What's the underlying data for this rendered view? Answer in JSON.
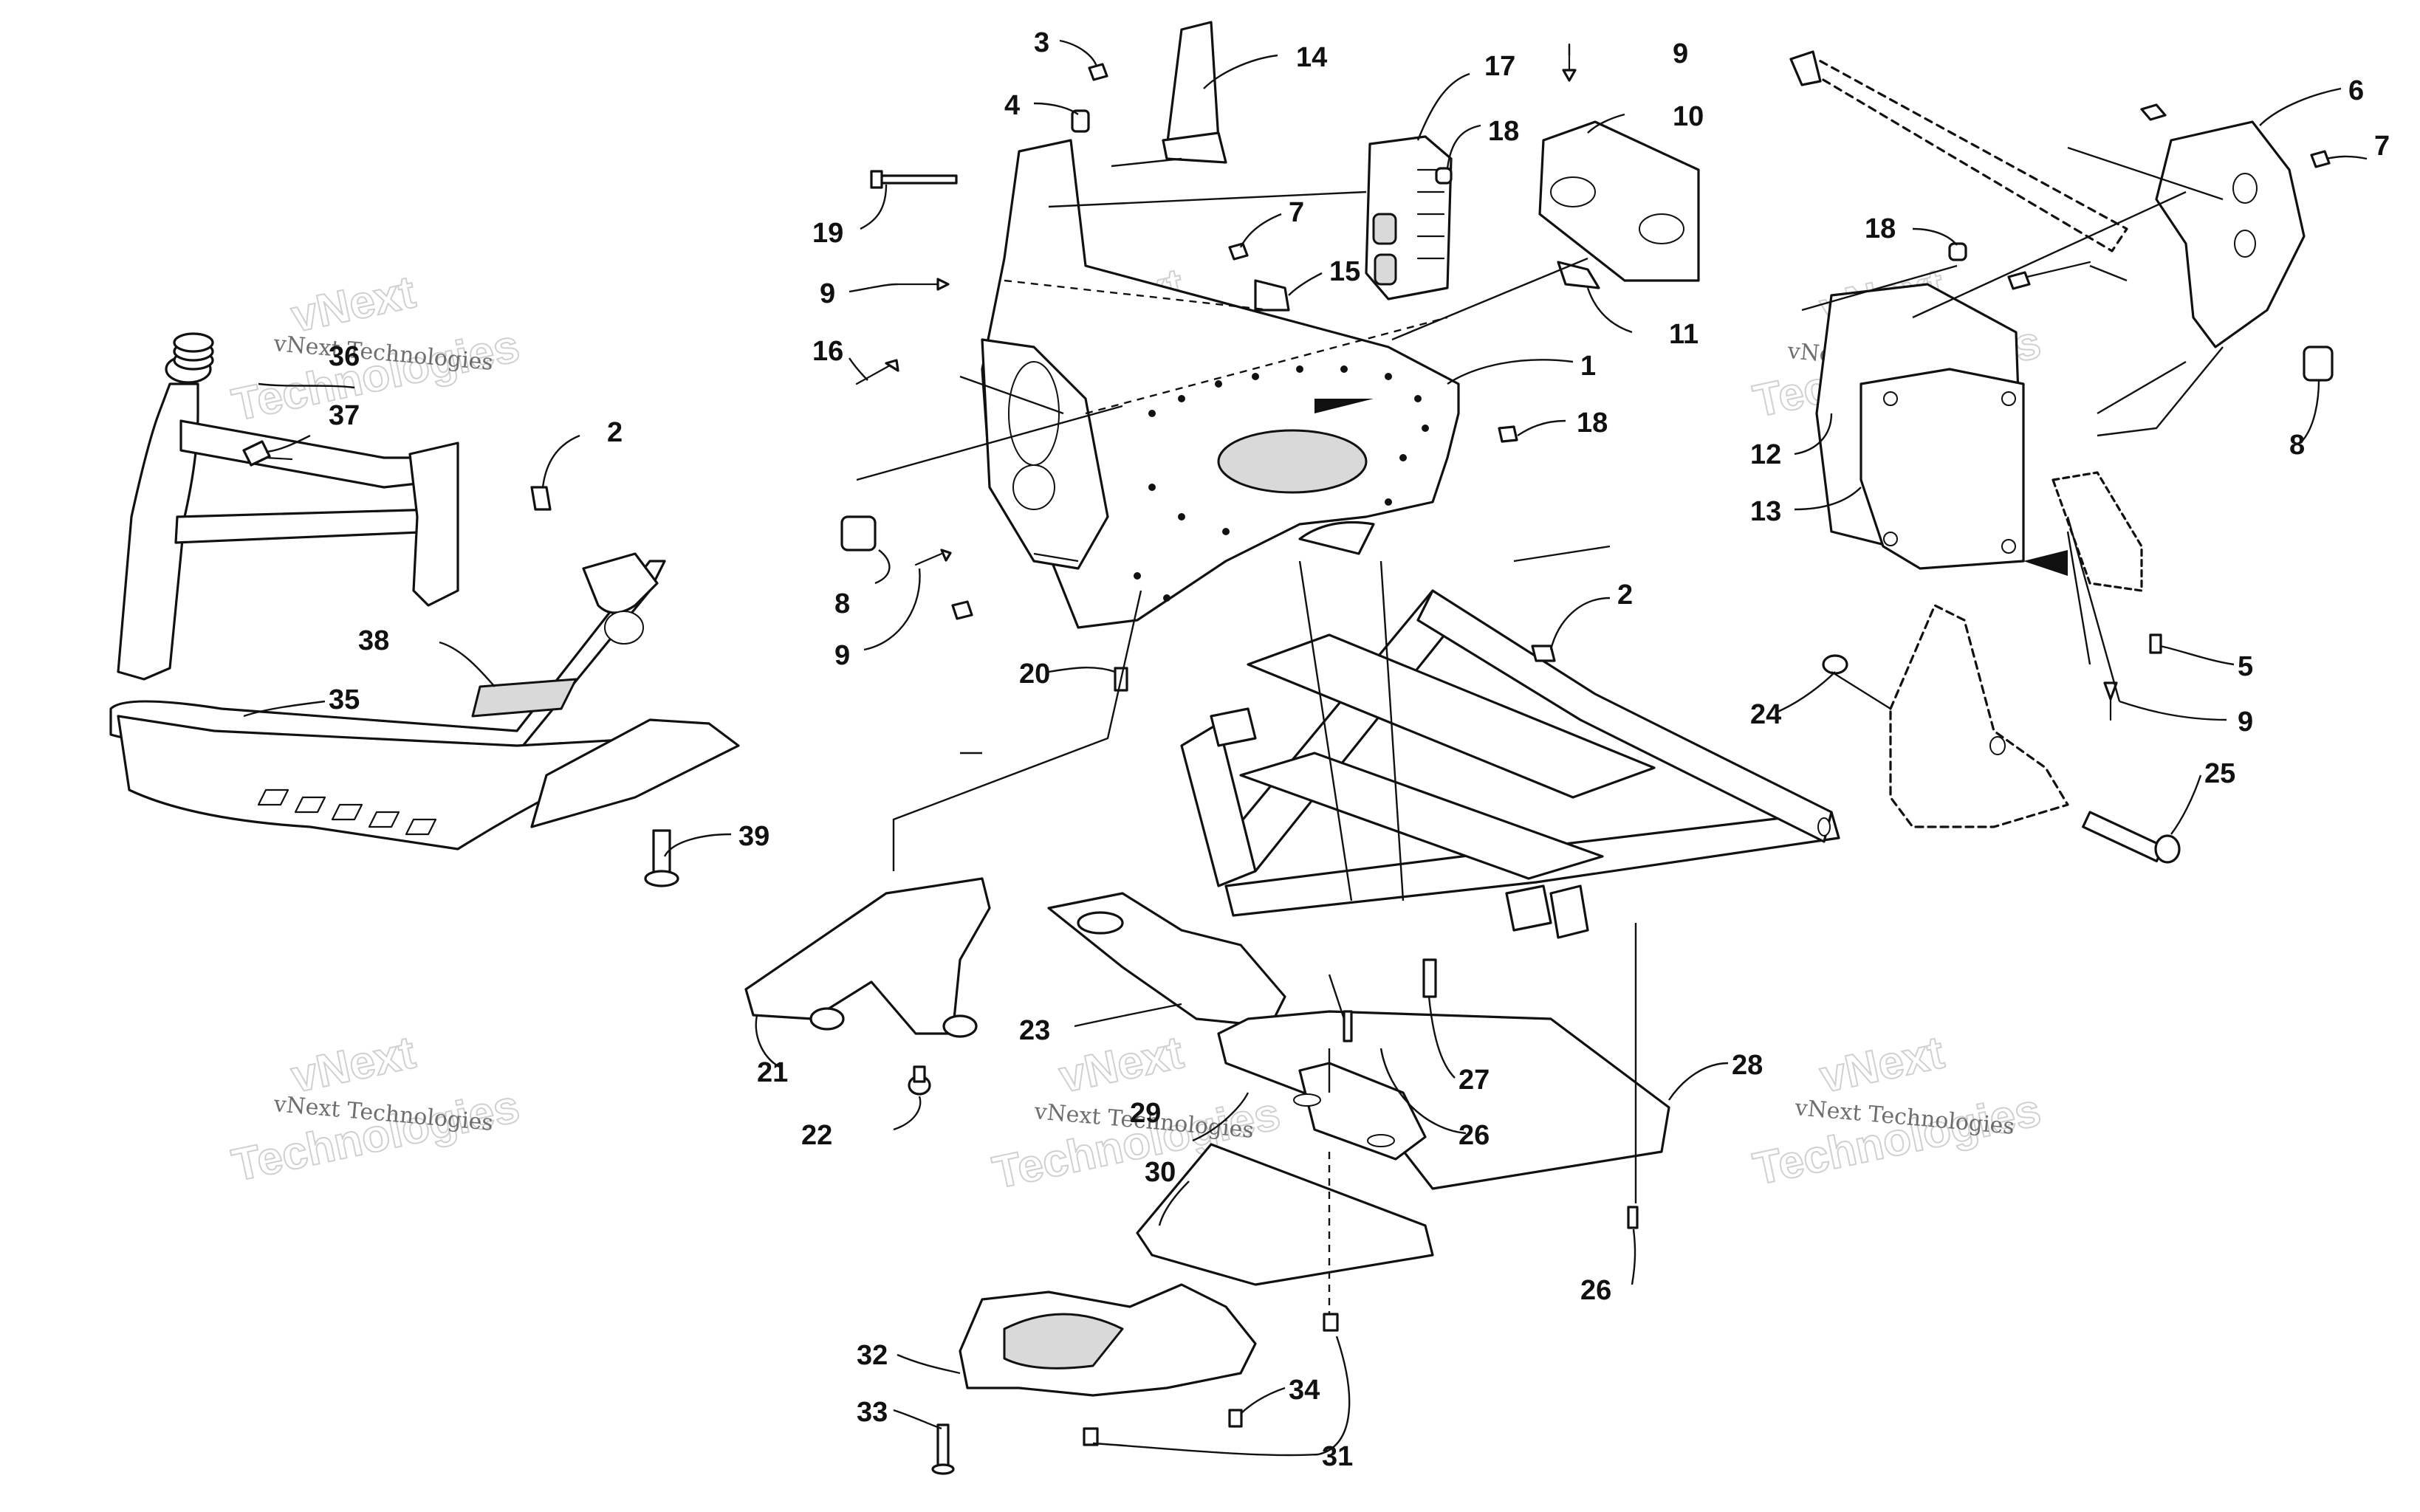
{
  "watermark": {
    "line1": "vNext Technologies",
    "line2": "Technologies",
    "line3": "vNext"
  },
  "callouts": {
    "c1": "1",
    "c2a": "2",
    "c2b": "2",
    "c3": "3",
    "c4": "4",
    "c5": "5",
    "c6": "6",
    "c7a": "7",
    "c7b": "7",
    "c8a": "8",
    "c8b": "8",
    "c9a": "9",
    "c9b": "9",
    "c9c": "9",
    "c9d": "9",
    "c10": "10",
    "c11": "11",
    "c12": "12",
    "c13": "13",
    "c14": "14",
    "c15": "15",
    "c16": "16",
    "c17": "17",
    "c18a": "18",
    "c18b": "18",
    "c18c": "18",
    "c19": "19",
    "c20": "20",
    "c21": "21",
    "c22": "22",
    "c23": "23",
    "c24": "24",
    "c25": "25",
    "c26a": "26",
    "c26b": "26",
    "c27": "27",
    "c28": "28",
    "c29": "29",
    "c30": "30",
    "c31": "31",
    "c32": "32",
    "c33": "33",
    "c34": "34",
    "c35": "35",
    "c36": "36",
    "c37": "37",
    "c38": "38",
    "c39": "39"
  }
}
